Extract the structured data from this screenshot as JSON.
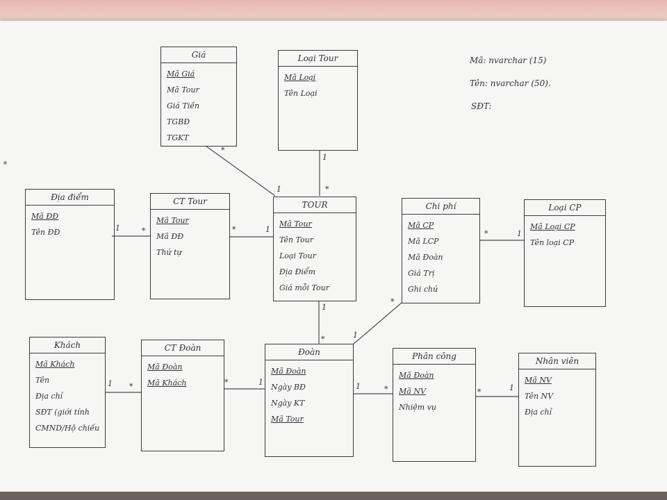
{
  "entities": {
    "gia": {
      "title": "Giá",
      "fields": [
        {
          "name": "Mã Giá",
          "pk": true
        },
        {
          "name": "Mã Tour",
          "pk": false
        },
        {
          "name": "Giá Tiền",
          "pk": false
        },
        {
          "name": "TGBĐ",
          "pk": false
        },
        {
          "name": "TGKT",
          "pk": false
        }
      ]
    },
    "loai_tour": {
      "title": "Loại Tour",
      "fields": [
        {
          "name": "Mã Loại",
          "pk": true
        },
        {
          "name": "Tên Loại",
          "pk": false
        }
      ]
    },
    "dia_diem": {
      "title": "Địa điểm",
      "fields": [
        {
          "name": "Mã ĐĐ",
          "pk": true
        },
        {
          "name": "Tên ĐĐ",
          "pk": false
        }
      ]
    },
    "ct_tour": {
      "title": "CT Tour",
      "fields": [
        {
          "name": "Mã Tour",
          "pk": true
        },
        {
          "name": "Mã ĐĐ",
          "pk": false
        },
        {
          "name": "Thứ tự",
          "pk": false
        }
      ]
    },
    "tour": {
      "title": "TOUR",
      "fields": [
        {
          "name": "Mã Tour",
          "pk": true
        },
        {
          "name": "Tên Tour",
          "pk": false
        },
        {
          "name": "Loại Tour",
          "pk": false
        },
        {
          "name": "Địa Điểm",
          "pk": false
        },
        {
          "name": "Giá mỗi Tour",
          "pk": false
        }
      ]
    },
    "chi_phi": {
      "title": "Chi phí",
      "fields": [
        {
          "name": "Mã CP",
          "pk": true
        },
        {
          "name": "Mã LCP",
          "pk": false
        },
        {
          "name": "Mã Đoàn",
          "pk": false
        },
        {
          "name": "Giá Trị",
          "pk": false
        },
        {
          "name": "Ghi chú",
          "pk": false
        }
      ]
    },
    "loai_cp": {
      "title": "Loại CP",
      "fields": [
        {
          "name": "Mã Loại CP",
          "pk": true
        },
        {
          "name": "Tên loại CP",
          "pk": false
        }
      ]
    },
    "khach": {
      "title": "Khách",
      "fields": [
        {
          "name": "Mã Khách",
          "pk": true
        },
        {
          "name": "Tên",
          "pk": false
        },
        {
          "name": "Địa chỉ",
          "pk": false
        },
        {
          "name": "SĐT   (giới tính",
          "pk": false
        },
        {
          "name": "CMND/Hộ chiếu",
          "pk": false
        }
      ]
    },
    "ct_doan": {
      "title": "CT Đoàn",
      "fields": [
        {
          "name": "Mã Đoàn",
          "pk": true
        },
        {
          "name": "Mã Khách",
          "pk": true
        }
      ]
    },
    "doan": {
      "title": "Đoàn",
      "fields": [
        {
          "name": "Mã Đoàn",
          "pk": true
        },
        {
          "name": "Ngày BĐ",
          "pk": false
        },
        {
          "name": "Ngày KT",
          "pk": false
        },
        {
          "name": "Mã Tour",
          "pk": true
        }
      ]
    },
    "phan_cong": {
      "title": "Phân công",
      "fields": [
        {
          "name": "Mã Đoàn",
          "pk": true
        },
        {
          "name": "Mã NV",
          "pk": true
        },
        {
          "name": "Nhiệm vụ",
          "pk": false
        }
      ]
    },
    "nhan_vien": {
      "title": "Nhân viên",
      "fields": [
        {
          "name": "Mã NV",
          "pk": true
        },
        {
          "name": "Tên NV",
          "pk": false
        },
        {
          "name": "Địa chỉ",
          "pk": false
        }
      ]
    }
  },
  "relationships": [
    {
      "from": "gia",
      "to": "tour",
      "from_card": "*",
      "to_card": "1"
    },
    {
      "from": "loai_tour",
      "to": "tour",
      "from_card": "1",
      "to_card": "*"
    },
    {
      "from": "dia_diem",
      "to": "ct_tour",
      "from_card": "1",
      "to_card": "*"
    },
    {
      "from": "ct_tour",
      "to": "tour",
      "from_card": "*",
      "to_card": "1"
    },
    {
      "from": "tour",
      "to": "doan",
      "from_card": "1",
      "to_card": "*"
    },
    {
      "from": "chi_phi",
      "to": "doan",
      "from_card": "*",
      "to_card": "1"
    },
    {
      "from": "chi_phi",
      "to": "loai_cp",
      "from_card": "*",
      "to_card": "1"
    },
    {
      "from": "khach",
      "to": "ct_doan",
      "from_card": "1",
      "to_card": "*"
    },
    {
      "from": "ct_doan",
      "to": "doan",
      "from_card": "*",
      "to_card": "1"
    },
    {
      "from": "doan",
      "to": "phan_cong",
      "from_card": "1",
      "to_card": "*"
    },
    {
      "from": "phan_cong",
      "to": "nhan_vien",
      "from_card": "*",
      "to_card": "1"
    }
  ],
  "notes": {
    "line1": "Mã: nvarchar (15)",
    "line2": "Tên: nvarchar (50).",
    "line3": "SĐT:"
  }
}
